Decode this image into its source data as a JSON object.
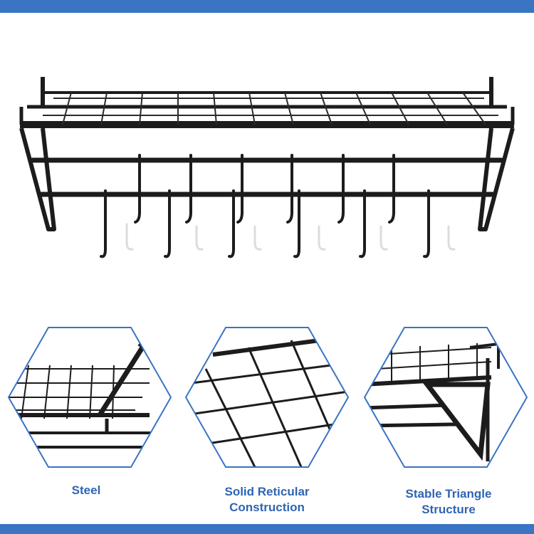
{
  "colors": {
    "band": "#3a74c3",
    "caption": "#2f64b3",
    "hex_border": "#3a74c3",
    "metal": "#1c1c1c"
  },
  "product": {
    "icon": "wall-mounted-wire-shelf-with-hooks"
  },
  "features": [
    {
      "icon": "steel-corner-detail",
      "caption": [
        "Steel"
      ]
    },
    {
      "icon": "wire-grid-detail",
      "caption": [
        "Solid Reticular",
        "Construction"
      ]
    },
    {
      "icon": "triangle-bracket-detail",
      "caption": [
        "Stable Triangle",
        "Structure"
      ]
    }
  ]
}
